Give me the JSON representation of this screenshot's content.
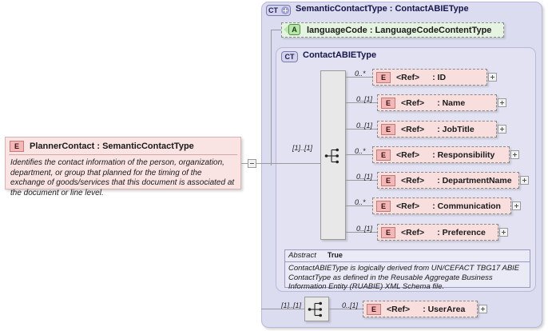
{
  "diagram": {
    "kind": "xsd-schema-diagram",
    "root_element": {
      "icon": "element-icon",
      "badge": "E",
      "title": "PlannerContact : SemanticContactType",
      "documentation": "Identifies the contact information of the person, organization, department, or group that planned for the timing of the exchange of goods/services that this document is associated at the document or line level.",
      "connector": "minus-box"
    },
    "outer_type": {
      "badge": "CT",
      "badge_state": "expanded-plus",
      "title": "SemanticContactType : ContactABIEType"
    },
    "attribute": {
      "badge": "A",
      "title": "languageCode : LanguageCodeContentType"
    },
    "inner_type": {
      "badge": "CT",
      "title": "ContactABIEType"
    },
    "sequence_main": {
      "icon": "sequence-icon",
      "cardinality": "[1]..[1]"
    },
    "elements": [
      {
        "badge": "E",
        "ref": "<Ref>",
        "name": ": ID",
        "cardinality": "0..*",
        "expand": "+"
      },
      {
        "badge": "E",
        "ref": "<Ref>",
        "name": ": Name",
        "cardinality": "0..[1]",
        "expand": "+"
      },
      {
        "badge": "E",
        "ref": "<Ref>",
        "name": ": JobTitle",
        "cardinality": "0..[1]",
        "expand": "+"
      },
      {
        "badge": "E",
        "ref": "<Ref>",
        "name": ": Responsibility",
        "cardinality": "0..*",
        "expand": "+"
      },
      {
        "badge": "E",
        "ref": "<Ref>",
        "name": ": DepartmentName",
        "cardinality": "0..[1]",
        "expand": "+"
      },
      {
        "badge": "E",
        "ref": "<Ref>",
        "name": ": Communication",
        "cardinality": "0..*",
        "expand": "+"
      },
      {
        "badge": "E",
        "ref": "<Ref>",
        "name": ": Preference",
        "cardinality": "0..[1]",
        "expand": "+"
      }
    ],
    "abstract": {
      "key": "Abstract",
      "value": "True",
      "documentation": "ContactABIEType is logically derived from UN/CEFACT TBG17 ABIE ContactType as defined in the Reusable Aggregate Business Information Entity (RUABIE) XML Schema file."
    },
    "sequence_bottom": {
      "icon": "sequence-icon",
      "cardinality": "[1]..[1]"
    },
    "user_area": {
      "badge": "E",
      "ref": "<Ref>",
      "name": ": UserArea",
      "cardinality": "0..[1]",
      "expand": "+"
    },
    "colors": {
      "element_fill": "#f9dede",
      "element_badge": "#f3b7b7",
      "attribute_fill": "#e4f4e0",
      "attribute_badge": "#b9e5ac",
      "type_outer_fill": "#dcdcf0",
      "type_inner_fill": "#e2e2f2",
      "connector_fill": "#e8e8e8",
      "line": "#9a9a9a"
    }
  }
}
